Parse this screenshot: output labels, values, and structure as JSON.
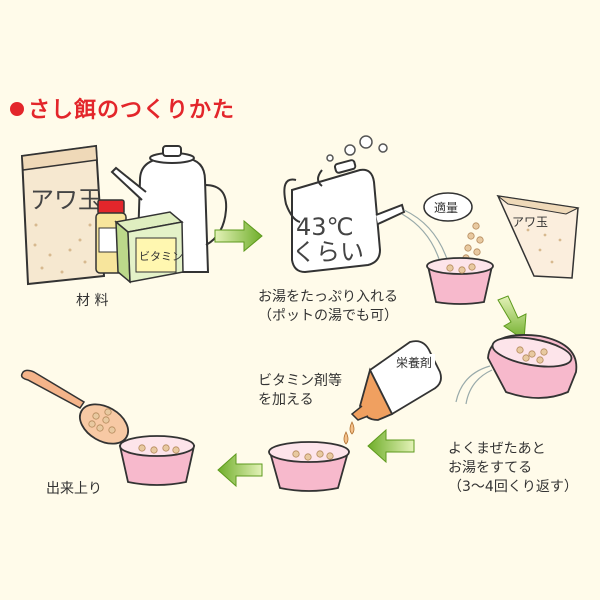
{
  "title": "さし餌のつくりかた",
  "steps": {
    "ingredients": "材 料",
    "pour_water_line1": "お湯をたっぷり入れる",
    "pour_water_line2": "（ポットの湯でも可）",
    "mix_line1": "よくまぜたあと",
    "mix_line2": "お湯をすてる",
    "mix_line3": "（3～4回くり返す）",
    "vitamin_line1": "ビタミン剤等",
    "vitamin_line2": "を加える",
    "done": "出来上り"
  },
  "labels": {
    "awa_package": "アワ玉",
    "vitamin_box": "ビタミン",
    "kettle_temp_line1": "43℃",
    "kettle_temp_line2": "くらい",
    "appropriate_amount": "適量",
    "nutrient": "栄養剤"
  },
  "colors": {
    "title": "#e3262b",
    "arrow": "#8cc63e",
    "bowl": "#f7b9cc"
  }
}
